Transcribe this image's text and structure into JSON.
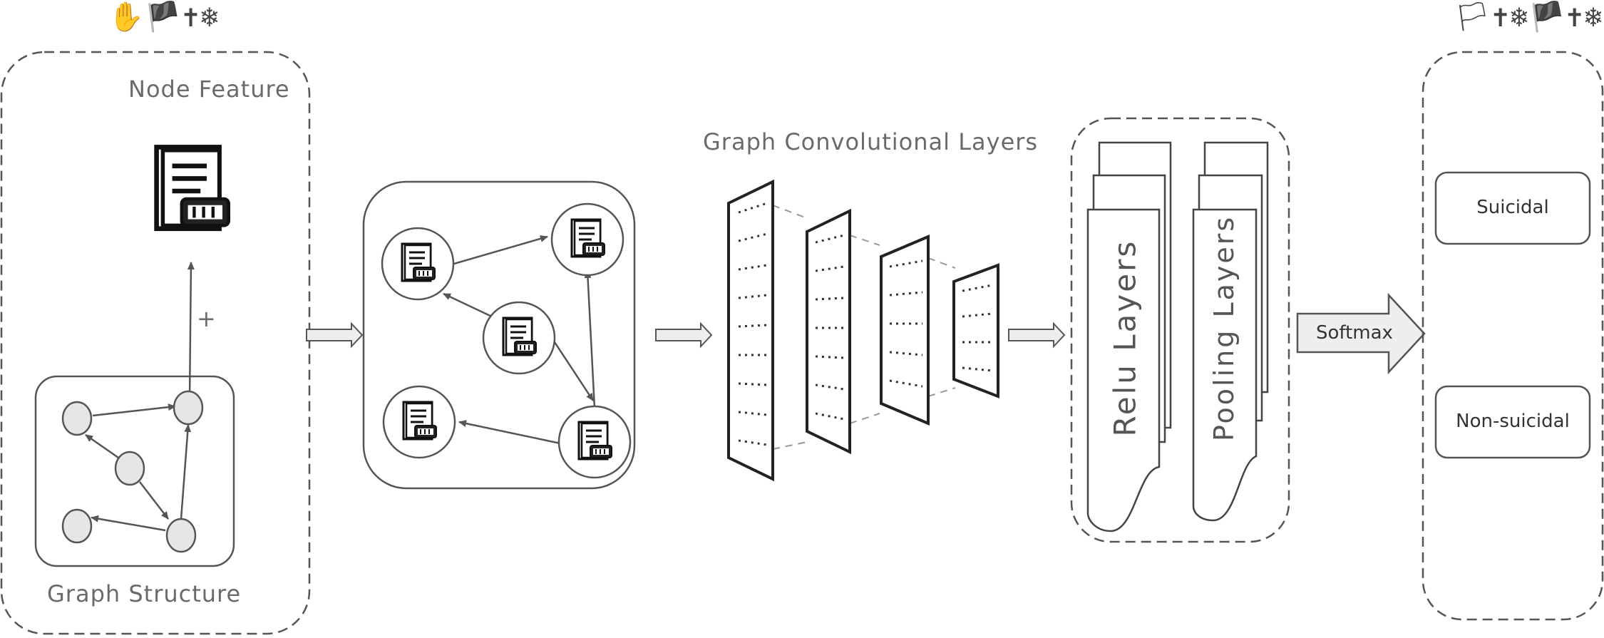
{
  "header": {
    "left_glyphs": "✋🏴✝❄",
    "right_glyphs": "🏳✝❄🏴✝❄"
  },
  "input_panel": {
    "node_feature_label": "Node Feature",
    "graph_structure_label": "Graph Structure",
    "plus_sign": "+"
  },
  "gcn": {
    "title": "Graph Convolutional Layers"
  },
  "post_layers": {
    "relu_label": "Relu Layers",
    "pooling_label": "Pooling Layers"
  },
  "softmax": {
    "label": "Softmax"
  },
  "output": {
    "class_1": "Suicidal",
    "class_2": "Non-suicidal"
  },
  "colors": {
    "stroke": "#555555",
    "node_fill": "#e6e6e6",
    "arrow_fill": "#eeeeee"
  }
}
